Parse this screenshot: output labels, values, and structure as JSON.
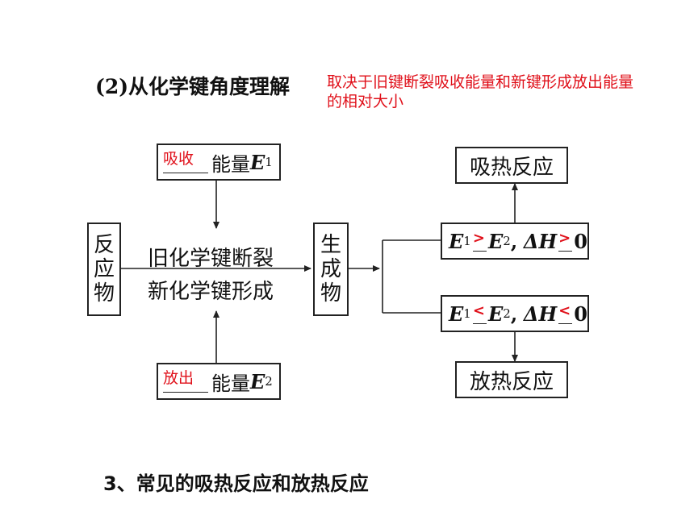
{
  "heading": "(2)从化学键角度理解",
  "note": "取决于旧键断裂吸收能量和新键形成放出能量的相对大小",
  "reactants": [
    "反",
    "应",
    "物"
  ],
  "products": [
    "生",
    "成",
    "物"
  ],
  "absorb_box": {
    "fill": "吸收",
    "text": "能量",
    "var": "E",
    "sub": "1"
  },
  "release_box": {
    "fill": "放出",
    "text": "能量",
    "var": "E",
    "sub": "2"
  },
  "break_text": "旧化学键断裂",
  "form_text": "新化学键形成",
  "cond_endo": {
    "e1": "E",
    "e1_sub": "1",
    "rel1": ">",
    "e2": "E",
    "e2_sub": "2",
    "sep": ",",
    "dh": "ΔH",
    "rel2": ">",
    "zero": "0"
  },
  "cond_exo": {
    "e1": "E",
    "e1_sub": "1",
    "rel1": "<",
    "e2": "E",
    "e2_sub": "2",
    "sep": ",",
    "dh": "ΔH",
    "rel2": "<",
    "zero": "0"
  },
  "endo_reaction": "吸热反应",
  "exo_reaction": "放热反应",
  "footer": "3、常见的吸热反应和放热反应",
  "colors": {
    "answer": "#e0101a",
    "line": "#222222"
  }
}
